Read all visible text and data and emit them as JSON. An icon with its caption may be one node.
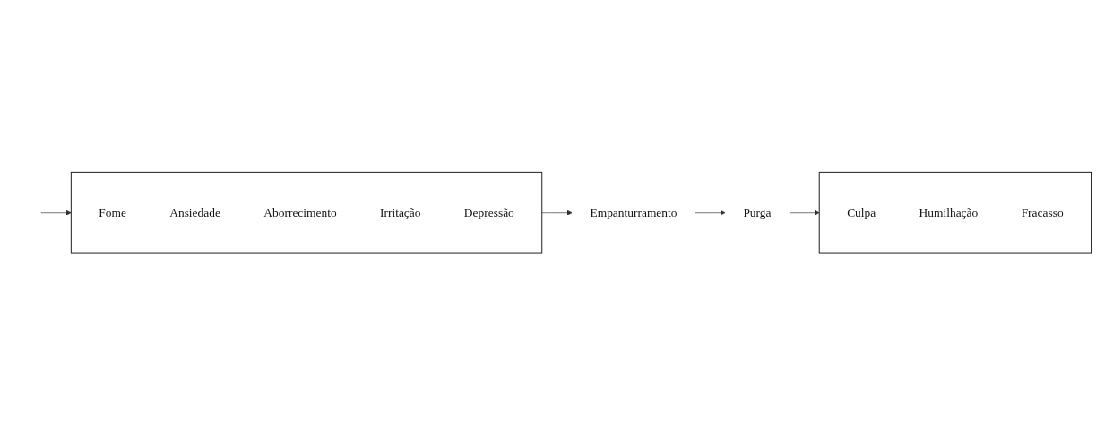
{
  "diagram": {
    "nodes": [
      {
        "text": [],
        "shape": "bracket"
      },
      {
        "text": [
          "Fome"
        ],
        "in": 0
      },
      {
        "text": [
          "Ansiedade"
        ],
        "in": 0
      },
      {
        "text": [
          "Aborrecimento"
        ],
        "in": 0
      },
      {
        "text": [
          "Irritação"
        ],
        "in": 0
      },
      {
        "text": [
          "Depressão"
        ],
        "in": 0
      },
      {
        "text": [
          "Empanturramento"
        ]
      },
      {
        "text": [
          "Purga"
        ]
      },
      {
        "text": [],
        "shape": "bracket"
      },
      {
        "text": [
          "Culpa"
        ],
        "in": 8
      },
      {
        "text": [
          "Humilhação"
        ],
        "in": 8
      },
      {
        "text": [
          "Fracasso"
        ],
        "in": 8
      }
    ],
    "edges": [
      {
        "from": 0,
        "to": 6,
        "arrow": "to"
      },
      {
        "from": 6,
        "to": 7,
        "arrow": "to"
      },
      {
        "from": 7,
        "to": 8,
        "arrow": "to"
      },
      {
        "from": null,
        "to": 0,
        "arrow": "to"
      }
    ]
  }
}
